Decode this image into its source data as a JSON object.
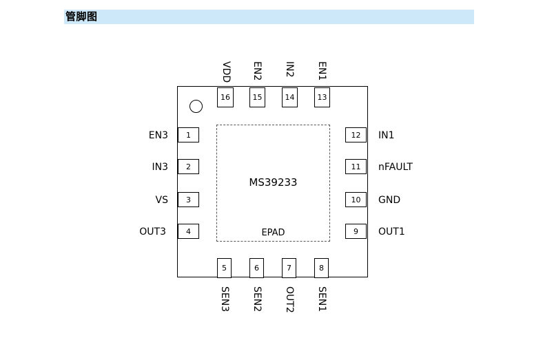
{
  "header": {
    "title": "管脚图"
  },
  "chip": {
    "name": "MS39233",
    "epad_label": "EPAD"
  },
  "pins": {
    "left": [
      {
        "number": "1",
        "label": "EN3"
      },
      {
        "number": "2",
        "label": "IN3"
      },
      {
        "number": "3",
        "label": "VS"
      },
      {
        "number": "4",
        "label": "OUT3"
      }
    ],
    "right": [
      {
        "number": "12",
        "label": "IN1"
      },
      {
        "number": "11",
        "label": "nFAULT"
      },
      {
        "number": "10",
        "label": "GND"
      },
      {
        "number": "9",
        "label": "OUT1"
      }
    ],
    "top": [
      {
        "number": "16",
        "label": "VDD"
      },
      {
        "number": "15",
        "label": "EN2"
      },
      {
        "number": "14",
        "label": "IN2"
      },
      {
        "number": "13",
        "label": "EN1"
      }
    ],
    "bottom": [
      {
        "number": "5",
        "label": "SEN3"
      },
      {
        "number": "6",
        "label": "SEN2"
      },
      {
        "number": "7",
        "label": "OUT2"
      },
      {
        "number": "8",
        "label": "SEN1"
      }
    ]
  }
}
